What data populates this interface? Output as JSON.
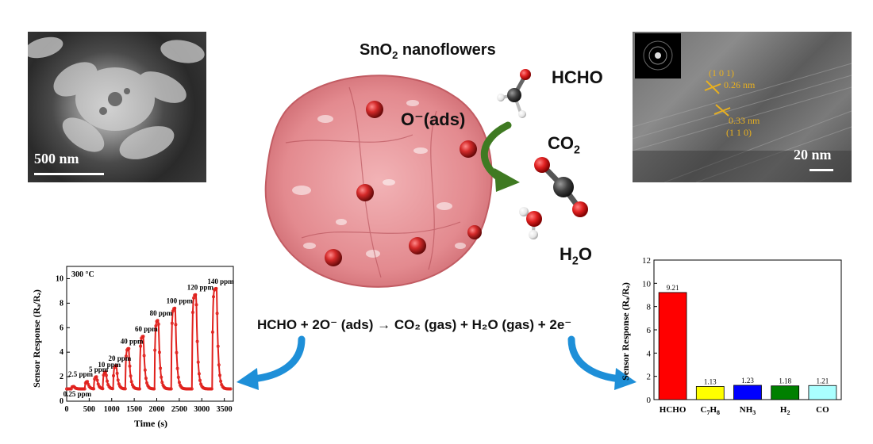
{
  "sem": {
    "scale_label": "500 nm"
  },
  "tem": {
    "scale_label": "20 nm",
    "lattice_1_plane": "(1 0 1)",
    "lattice_1_spacing": "0.26 nm",
    "lattice_2_spacing": "0.33 nm",
    "lattice_2_plane": "(1 1 0)",
    "annotation_color": "#e8b020"
  },
  "center": {
    "title_main": "SnO",
    "title_sub": "2",
    "title_rest": " nanoflowers",
    "oxygen_label": "O⁻(ads)",
    "hcho_label": "HCHO",
    "co2_main": "CO",
    "co2_sub": "2",
    "h2o_main": "H",
    "h2o_sub": "2",
    "h2o_rest": "O",
    "flower_color": "#e38a8f",
    "arrow_color": "#3f7a22"
  },
  "equation": "HCHO + 2O⁻ (ads) → CO₂ (gas) + H₂O (gas) + 2e⁻",
  "arrow_color": "#1e8fd8",
  "chart_data": [
    {
      "type": "line",
      "temperature_label": "300 °C",
      "xlabel": "Time (s)",
      "ylabel": "Sensor Response (Rₐ/Rₔ)",
      "xlim": [
        0,
        3700
      ],
      "ylim": [
        0,
        11
      ],
      "xticks": [
        "0",
        "500",
        "1000",
        "1500",
        "2000",
        "2500",
        "3000",
        "3500"
      ],
      "yticks": [
        "0",
        "2",
        "4",
        "6",
        "8",
        "10"
      ],
      "color": "#e0201c",
      "pulses": [
        {
          "label": "0.25 ppm",
          "t": 100,
          "peak": 1.2
        },
        {
          "label": "2.5 ppm",
          "t": 400,
          "peak": 1.6
        },
        {
          "label": "5 ppm",
          "t": 600,
          "peak": 2.0
        },
        {
          "label": "10 ppm",
          "t": 800,
          "peak": 2.4
        },
        {
          "label": "20 ppm",
          "t": 1030,
          "peak": 2.9
        },
        {
          "label": "40 ppm",
          "t": 1300,
          "peak": 4.3
        },
        {
          "label": "60 ppm",
          "t": 1620,
          "peak": 5.3
        },
        {
          "label": "80 ppm",
          "t": 1950,
          "peak": 6.6
        },
        {
          "label": "100 ppm",
          "t": 2320,
          "peak": 7.6
        },
        {
          "label": "120 ppm",
          "t": 2780,
          "peak": 8.7
        },
        {
          "label": "140 ppm",
          "t": 3230,
          "peak": 9.2
        }
      ]
    },
    {
      "type": "bar",
      "ylabel": "Sensor Response (Rₐ/Rₔ)",
      "ylim": [
        0,
        12
      ],
      "yticks": [
        "0",
        "2",
        "4",
        "6",
        "8",
        "10",
        "12"
      ],
      "categories": [
        "HCHO",
        "C7H8",
        "NH3",
        "H2",
        "CO"
      ],
      "category_main": [
        "HCHO",
        "C",
        "NH",
        "H",
        "CO"
      ],
      "category_sub1": [
        "",
        "7",
        "3",
        "2",
        ""
      ],
      "category_mid": [
        "",
        "H",
        "",
        "",
        ""
      ],
      "category_sub2": [
        "",
        "8",
        "",
        "",
        ""
      ],
      "values": [
        9.21,
        1.13,
        1.23,
        1.18,
        1.21
      ],
      "value_labels": [
        "9.21",
        "1.13",
        "1.23",
        "1.18",
        "1.21"
      ],
      "colors": [
        "#ff0000",
        "#ffff00",
        "#0000ff",
        "#008000",
        "#aaffff"
      ]
    }
  ]
}
